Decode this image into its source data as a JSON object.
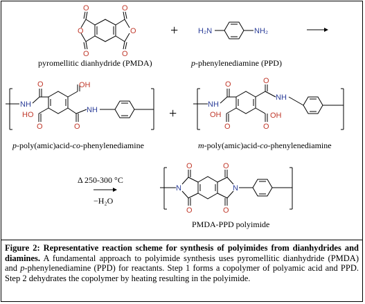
{
  "reaction": {
    "reactant1": {
      "name": "pyromellitic dianhydride (PMDA)"
    },
    "plus1": "+",
    "reactant2": {
      "name_italic": "p",
      "name_rest": "-phenylenediamine (PPD)",
      "left_group": "H₂N",
      "right_group": "NH₂"
    },
    "intermediate1": {
      "p1": "p",
      "t1": "-poly(amic)acid-",
      "p2": "co",
      "t2": "-phenylenediamine"
    },
    "plus2": "+",
    "intermediate2": {
      "p1": "m",
      "t1": "-poly(amic)acid-",
      "p2": "co",
      "t2": "-phenylenediamine"
    },
    "conditions": {
      "heat": "Δ 250-300 °C",
      "byproduct": "−H₂O"
    },
    "product": {
      "name": "PMDA-PPD polyimide"
    }
  },
  "atoms": {
    "O": "O",
    "N": "N",
    "NH": "NH",
    "OH": "OH",
    "HO": "HO"
  },
  "caption": {
    "bold": "Figure 2: Representative reaction scheme for synthesis of polyimides from dianhydrides and diamines.",
    "t1": " A fundamental approach to polyimide synthesis uses pyromellitic dianhydride (PMDA) and ",
    "italic_p": "p",
    "t2": "-phenylenediamine (PPD) for reactants. Step 1 forms a copolymer of polyamic acid and PPD. Step 2 dehydrates the copolymer by heating resulting in the polyimide."
  },
  "colors": {
    "oxygen": "#c0392b",
    "nitrogen": "#2c3e99",
    "border": "#000000"
  }
}
